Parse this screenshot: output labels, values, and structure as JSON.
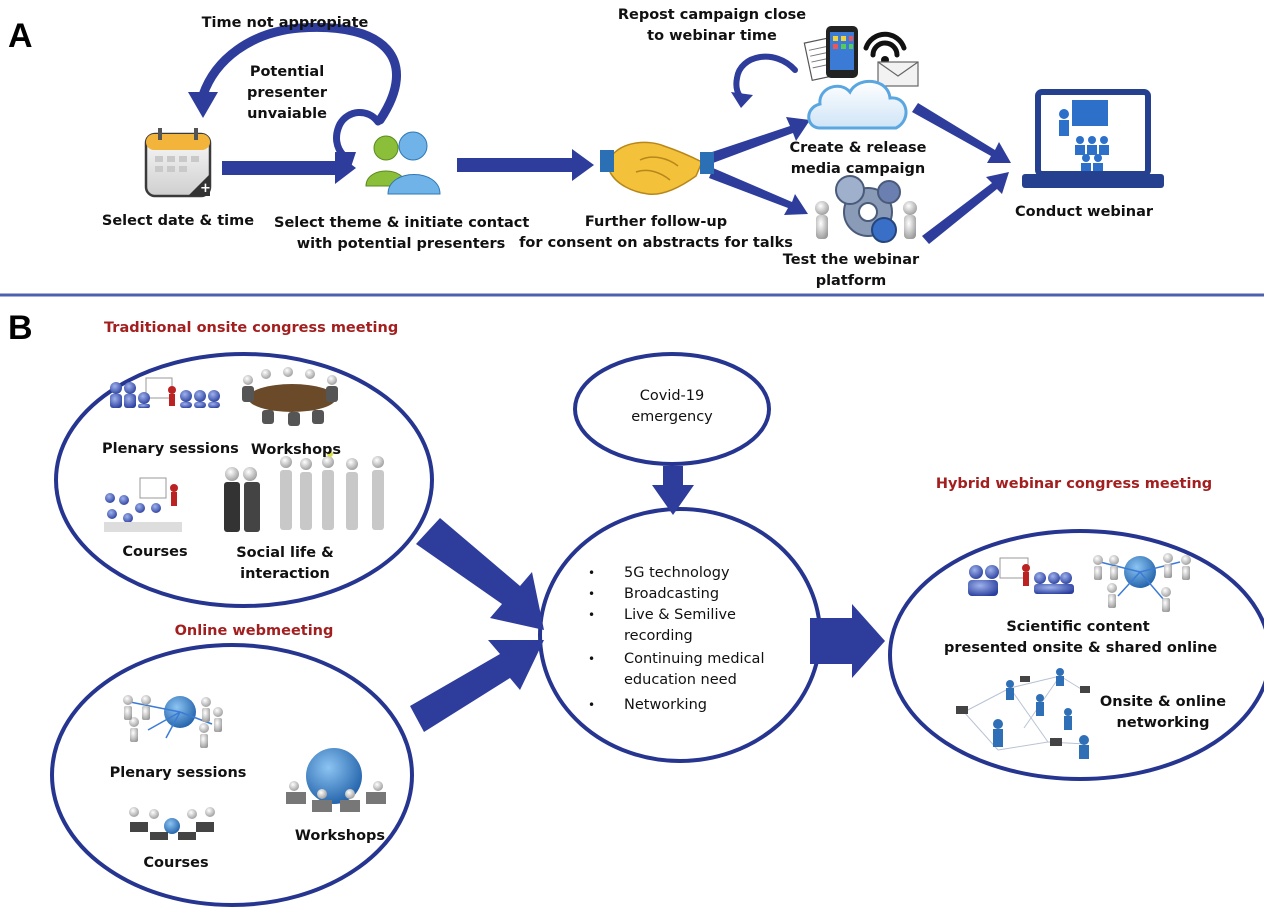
{
  "colors": {
    "arrow": "#2e3d9c",
    "ellipse": "#26358f",
    "divider": "#4d5fb0",
    "red_heading": "#a31f1f"
  },
  "panel_a": {
    "letter": "A",
    "loop_top_label": "Time not appropiate",
    "loop_inner_label": [
      "Potential",
      "presenter",
      "unvaiable"
    ],
    "steps": [
      {
        "icon": "calendar-icon",
        "label": [
          "Select date & time"
        ]
      },
      {
        "icon": "people-icon",
        "label": [
          "Select theme & initiate contact",
          "with potential presenters"
        ]
      },
      {
        "icon": "handshake-icon",
        "label": [
          "Further follow-up",
          "for consent on abstracts for talks"
        ]
      },
      {
        "icon": "cloud-media-icon",
        "label": [
          "Create & release",
          "media campaign"
        ]
      },
      {
        "icon": "gears-icon",
        "label": [
          "Test the webinar",
          "platform"
        ]
      },
      {
        "icon": "laptop-presentation-icon",
        "label": [
          "Conduct webinar"
        ]
      }
    ],
    "repost_label": [
      "Repost campaign close",
      "to webinar time"
    ]
  },
  "panel_b": {
    "letter": "B",
    "traditional": {
      "heading": "Traditional onsite congress meeting",
      "items": [
        {
          "icon": "plenary-hall-icon",
          "label": [
            "Plenary sessions"
          ]
        },
        {
          "icon": "round-table-icon",
          "label": [
            "Workshops"
          ]
        },
        {
          "icon": "classroom-icon",
          "label": [
            "Courses"
          ]
        },
        {
          "icon": "social-people-icon",
          "label": [
            "Social life &",
            "interaction"
          ]
        }
      ]
    },
    "online": {
      "heading": "Online webmeeting",
      "items": [
        {
          "icon": "globe-network-icon",
          "label": [
            "Plenary sessions"
          ]
        },
        {
          "icon": "globe-workshop-icon",
          "label": [
            "Workshops"
          ]
        },
        {
          "icon": "laptop-group-icon",
          "label": [
            "Courses"
          ]
        }
      ]
    },
    "covid": {
      "label": [
        "Covid-19",
        "emergency"
      ]
    },
    "center": {
      "bullets": [
        [
          "5G technology"
        ],
        [
          "Broadcasting"
        ],
        [
          "Live & Semilive",
          "recording"
        ],
        [
          "Continuing medical",
          "education need"
        ],
        [
          "Networking"
        ]
      ]
    },
    "hybrid": {
      "heading": "Hybrid webinar congress meeting",
      "items": [
        {
          "icon": "hall-and-globe-icon",
          "label": [
            "Scientific content",
            "presented onsite & shared online"
          ]
        },
        {
          "icon": "network-people-icon",
          "label": [
            "Onsite &  online",
            "networking"
          ]
        }
      ]
    }
  }
}
